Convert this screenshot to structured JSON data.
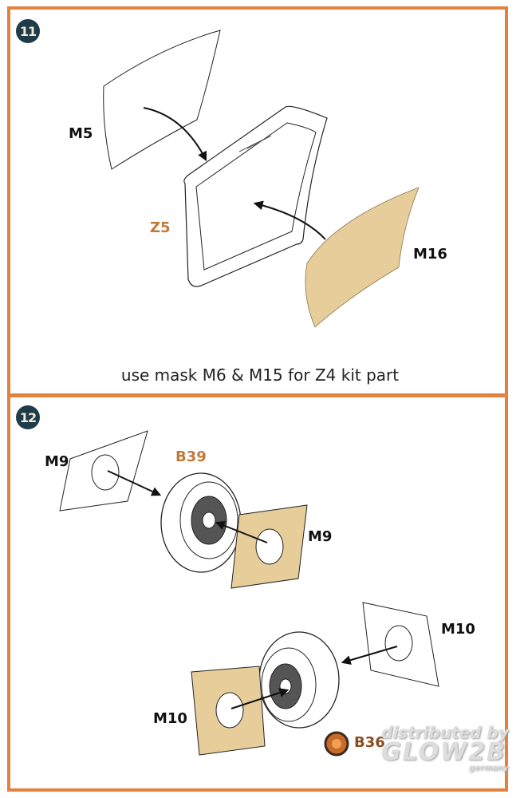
{
  "steps": [
    {
      "number": "11",
      "labels": {
        "mask_a": "M5",
        "part": "Z5",
        "mask_b": "M16"
      },
      "note": "use mask M6 & M15 for Z4 kit part"
    },
    {
      "number": "12",
      "labels": {
        "mask_a_white": "M9",
        "part_a": "B39",
        "mask_a_tan": "M9",
        "mask_b_white": "M10",
        "mask_b_tan": "M10",
        "part_b": "B36"
      }
    }
  ],
  "watermark": {
    "line1": "distributed by",
    "line2": "GLOW2B",
    "line3": "germany"
  },
  "colors": {
    "border": "#e2823f",
    "badge": "#1e3b4a",
    "tan_mask": "#e6cd9a",
    "part_label": "#c07a3a"
  }
}
